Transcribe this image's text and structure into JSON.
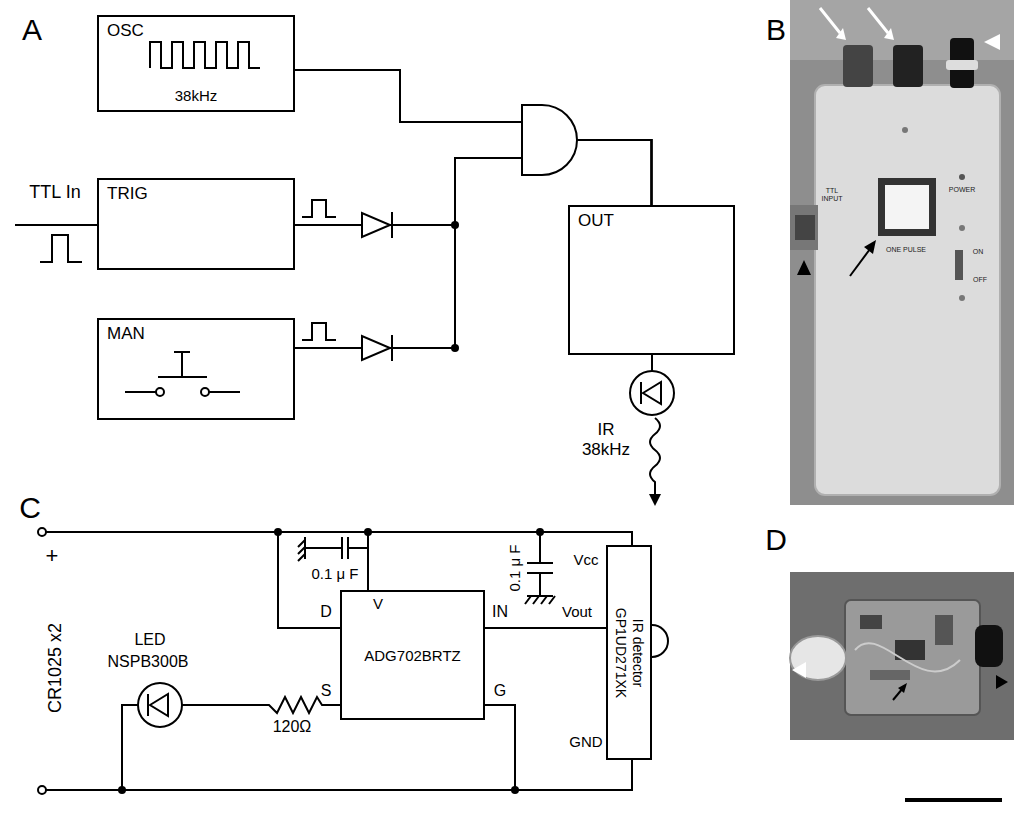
{
  "diagram": {
    "nodes": [
      {
        "text": [
          "OSC",
          "38kHz"
        ]
      },
      {
        "text": [
          "TRIG"
        ]
      },
      {
        "text": [
          "MAN"
        ]
      },
      {
        "text": [
          "OUT"
        ]
      },
      {
        "text": [
          "ADG702BRTZ"
        ]
      },
      {
        "text": [
          "IR detector",
          "GP1UD271XK"
        ]
      }
    ],
    "edges": [
      {
        "from": 0,
        "to": 3,
        "arrow": "none"
      },
      {
        "from": 1,
        "to": 3,
        "arrow": "none"
      },
      {
        "from": 2,
        "to": 3,
        "arrow": "none"
      },
      {
        "from": 5,
        "to": 4,
        "arrow": "none"
      }
    ],
    "labels": [
      "A",
      "TTL In",
      "IR 38kHz",
      "B",
      "TTL INPUT",
      "POWER",
      "ON",
      "OFF",
      "ONE PULSE",
      "C",
      "+",
      "CR1025 x2",
      "0.1 μ F",
      "0.1 μ F",
      "LED",
      "NSPB300B",
      "120Ω",
      "D",
      "V",
      "IN",
      "S",
      "G",
      "Vcc",
      "Vout",
      "GND",
      "D"
    ]
  }
}
